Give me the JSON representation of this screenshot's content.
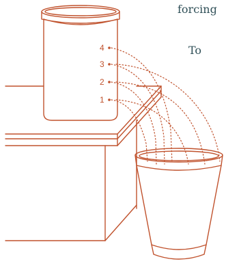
{
  "text_fragments": {
    "top": "forcing",
    "middle": "To"
  },
  "holes": [
    {
      "label": "4"
    },
    {
      "label": "3"
    },
    {
      "label": "2"
    },
    {
      "label": "1"
    }
  ],
  "colors": {
    "line": "#c0522d",
    "text": "#2f4f57",
    "background": "#ffffff"
  }
}
